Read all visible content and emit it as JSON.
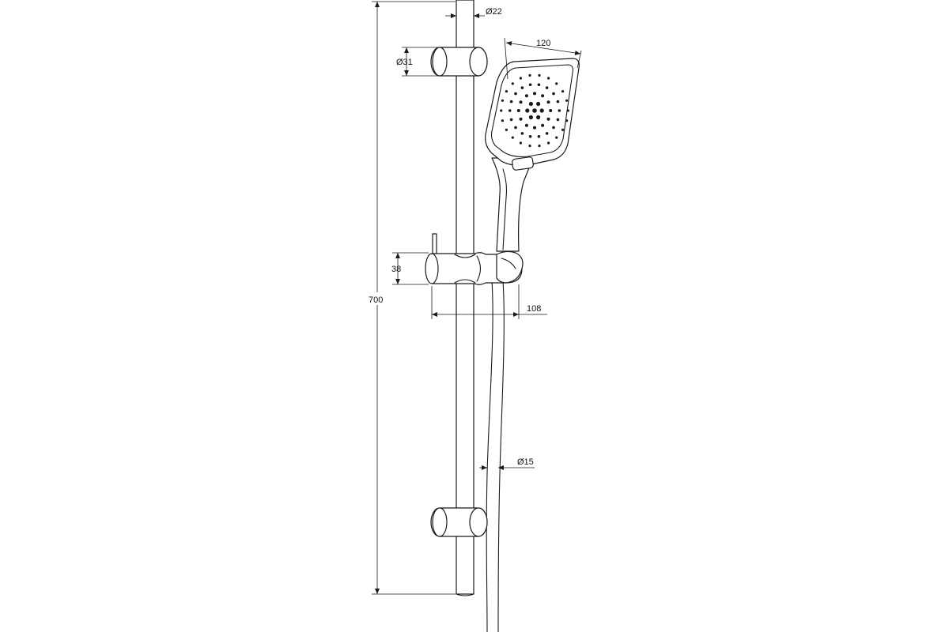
{
  "dimensions": {
    "rail_diameter": "Ø22",
    "bracket_diameter": "Ø31",
    "handshower_width": "120",
    "slider_height": "38",
    "total_height": "700",
    "slider_projection": "108",
    "hose_diameter": "Ø15"
  },
  "colors": {
    "line": "#1a1a1a",
    "background": "#ffffff"
  }
}
